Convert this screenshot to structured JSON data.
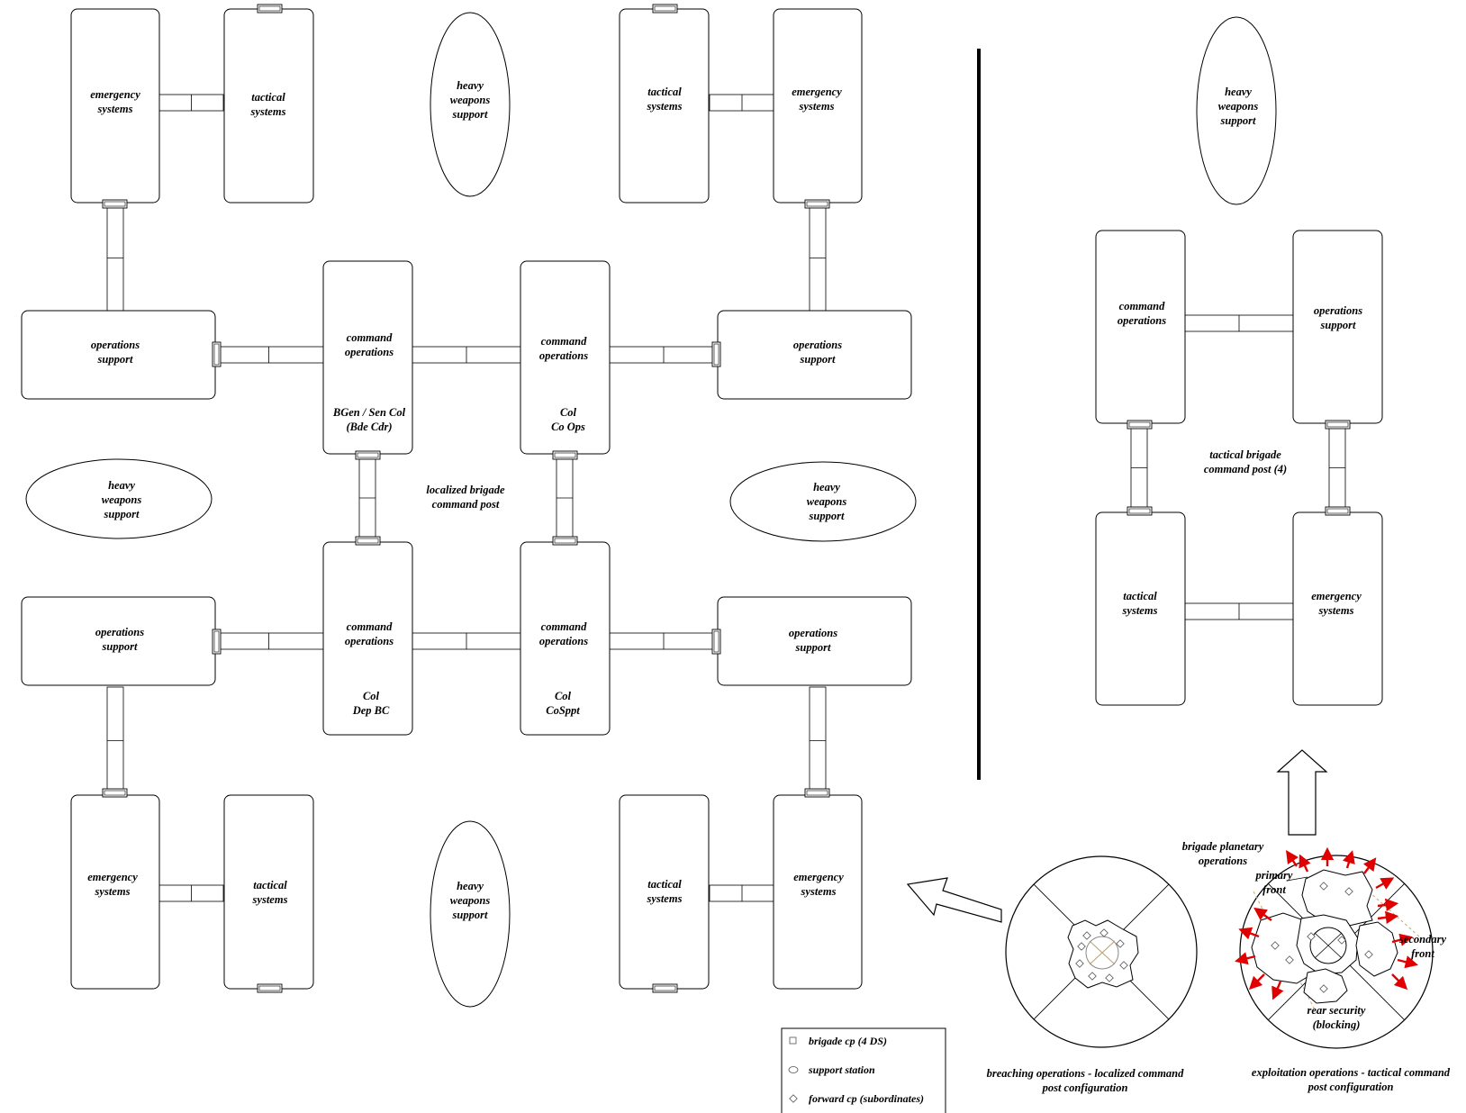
{
  "localized": {
    "caption": [
      "localized brigade",
      "command post"
    ],
    "core": [
      {
        "lines": [
          "command",
          "operations"
        ],
        "role": [
          "BGen / Sen Col",
          "(Bde Cdr)"
        ]
      },
      {
        "lines": [
          "command",
          "operations"
        ],
        "role": [
          "Col",
          "Co Ops"
        ]
      },
      {
        "lines": [
          "command",
          "operations"
        ],
        "role": [
          "Col",
          "Dep BC"
        ]
      },
      {
        "lines": [
          "command",
          "operations"
        ],
        "role": [
          "Col",
          "CoSppt"
        ]
      }
    ],
    "ops_support": [
      {
        "lines": [
          "operations",
          "support"
        ]
      },
      {
        "lines": [
          "operations",
          "support"
        ]
      },
      {
        "lines": [
          "operations",
          "support"
        ]
      },
      {
        "lines": [
          "operations",
          "support"
        ]
      }
    ],
    "emergency": [
      {
        "lines": [
          "emergency",
          "systems"
        ]
      },
      {
        "lines": [
          "emergency",
          "systems"
        ]
      },
      {
        "lines": [
          "emergency",
          "systems"
        ]
      },
      {
        "lines": [
          "emergency",
          "systems"
        ]
      }
    ],
    "tactical": [
      {
        "lines": [
          "tactical",
          "systems"
        ]
      },
      {
        "lines": [
          "tactical",
          "systems"
        ]
      },
      {
        "lines": [
          "tactical",
          "systems"
        ]
      },
      {
        "lines": [
          "tactical",
          "systems"
        ]
      }
    ],
    "heavy": [
      {
        "lines": [
          "heavy",
          "weapons",
          "support"
        ]
      },
      {
        "lines": [
          "heavy",
          "weapons",
          "support"
        ]
      },
      {
        "lines": [
          "heavy",
          "weapons",
          "support"
        ]
      },
      {
        "lines": [
          "heavy",
          "weapons",
          "support"
        ]
      }
    ]
  },
  "tactical_cp": {
    "caption": [
      "tactical brigade",
      "command post (4)"
    ],
    "command": [
      "command",
      "operations"
    ],
    "ops_support": [
      "operations",
      "support"
    ],
    "tactical": [
      "tactical",
      "systems"
    ],
    "emergency": [
      "emergency",
      "systems"
    ],
    "heavy": [
      "heavy",
      "weapons",
      "support"
    ]
  },
  "planetary": {
    "title": [
      "brigade planetary",
      "operations"
    ],
    "breaching_caption": [
      "breaching operations - localized command",
      "post configuration"
    ],
    "exploitation_caption": [
      "exploitation operations - tactical command",
      "post configuration"
    ],
    "labels": {
      "primary_front": [
        "primary",
        "front"
      ],
      "secondary_front": [
        "secondary",
        "front"
      ],
      "rear_security": [
        "rear security",
        "(blocking)"
      ]
    },
    "arrow_color": "#e00000"
  },
  "legend": [
    {
      "symbol": "square",
      "label": "brigade cp (4 DS)"
    },
    {
      "symbol": "ellipse",
      "label": "support station"
    },
    {
      "symbol": "diamond",
      "label": "forward cp (subordinates)"
    }
  ]
}
